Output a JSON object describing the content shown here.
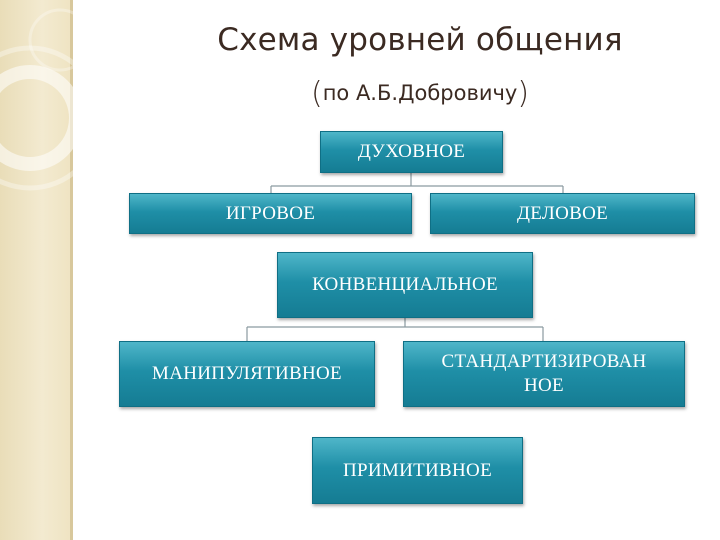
{
  "slide": {
    "title": "Схема уровней общения",
    "subtitle_open": "(",
    "subtitle_text": "по А.Б.Добровичу",
    "subtitle_close": ")"
  },
  "diagram": {
    "nodes": {
      "spiritual": "ДУХОВНОЕ",
      "playful": "ИГРОВОЕ",
      "business": "ДЕЛОВОЕ",
      "conventional": "КОНВЕНЦИАЛЬНОЕ",
      "manipulative": "МАНИПУЛЯТИВНОЕ",
      "standardized": "СТАНДАРТИЗИРОВАН НОЕ",
      "primitive": "ПРИМИТИВНОЕ"
    }
  },
  "colors": {
    "box_gradient": [
      "#4fb6c9",
      "#157c93"
    ],
    "box_text": "#ffffff",
    "title_text": "#3b2a22",
    "connector": "#8a9aa0",
    "side_strip": "#efe4c3"
  }
}
